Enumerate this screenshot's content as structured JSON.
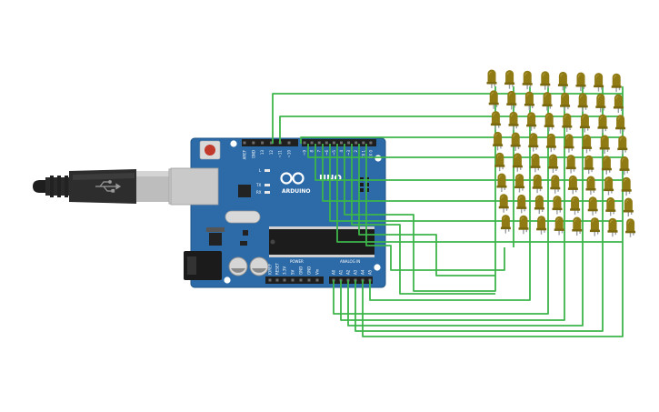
{
  "board": {
    "brand": "ARDUINO",
    "model": "UNO",
    "power_label": "POWER",
    "analog_label": "ANALOG IN",
    "tx_label": "TX",
    "rx_label": "RX",
    "l_label": "L",
    "digital_pins": [
      "AREF",
      "GND",
      "13",
      "12",
      "~11",
      "~10",
      "~9",
      "8",
      "7",
      "~6",
      "~5",
      "4",
      "~3",
      "2",
      "TX 1",
      "RX 0"
    ],
    "power_pins": [
      "IOREF",
      "RESET",
      "3.3V",
      "5V",
      "GND",
      "GND",
      "Vin"
    ],
    "analog_pins": [
      "A0",
      "A1",
      "A2",
      "A3",
      "A4",
      "A5"
    ]
  },
  "led_matrix": {
    "rows": 8,
    "cols": 8,
    "color": "#8f7a14",
    "lead_color": "#9aa0a6"
  },
  "wire_color": "#3db54a",
  "usb": {
    "label": "usb-b-cable"
  }
}
